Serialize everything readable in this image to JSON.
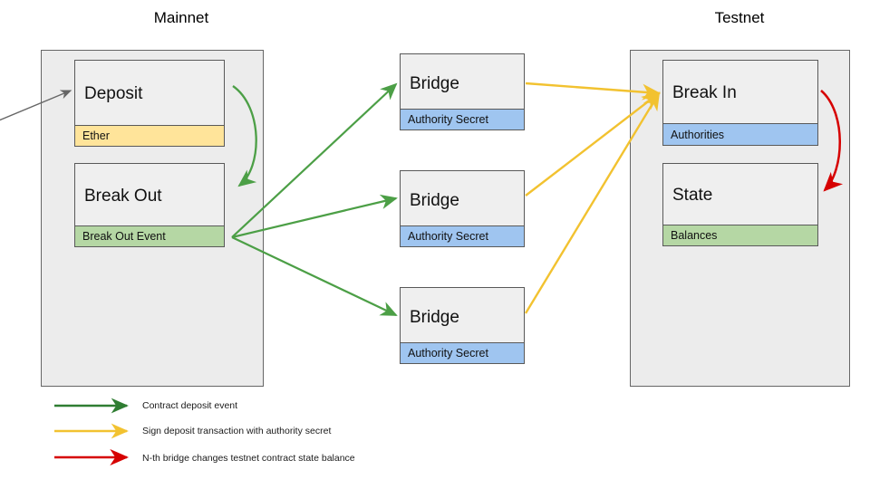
{
  "diagram": {
    "title_mainnet": "Mainnet",
    "title_testnet": "Testnet"
  },
  "mainnet": {
    "label": "Mainnet",
    "cards": [
      {
        "title": "Deposit",
        "bar": "Ether",
        "bar_color": "#ffe49a"
      },
      {
        "title": "Break Out",
        "bar": "Break Out Event",
        "bar_color": "#b5d7a4"
      }
    ]
  },
  "bridges": [
    {
      "title": "Bridge",
      "bar": "Authority Secret",
      "bar_color": "#9fc5f0"
    },
    {
      "title": "Bridge",
      "bar": "Authority Secret",
      "bar_color": "#9fc5f0"
    },
    {
      "title": "Bridge",
      "bar": "Authority Secret",
      "bar_color": "#9fc5f0"
    }
  ],
  "testnet": {
    "label": "Testnet",
    "cards": [
      {
        "title": "Break In",
        "bar": "Authorities",
        "bar_color": "#9fc5f0"
      },
      {
        "title": "State",
        "bar": "Balances",
        "bar_color": "#b5d7a4"
      }
    ]
  },
  "legend": {
    "items": [
      {
        "color": "#2f7d32",
        "label": "Contract deposit event"
      },
      {
        "color": "#f2c230",
        "label": "Sign deposit transaction with authority secret"
      },
      {
        "color": "#d60000",
        "label": "N-th bridge changes testnet contract state balance"
      }
    ]
  },
  "arrows": {
    "incoming_deposit": "external-deposit-arrow",
    "deposit_to_breakout": "deposit-to-break-out-arrow",
    "breakout_to_bridges": "break-out-event-to-bridges-arrows",
    "bridges_to_breakin": "bridges-to-break-in-arrows",
    "breakin_to_state": "break-in-to-state-arrow"
  },
  "colors": {
    "green": "#4c9f46",
    "yellow": "#f2c230",
    "red": "#d60000",
    "gray": "#666666",
    "panel_fill": "#ececec",
    "card_fill": "#efefef"
  }
}
